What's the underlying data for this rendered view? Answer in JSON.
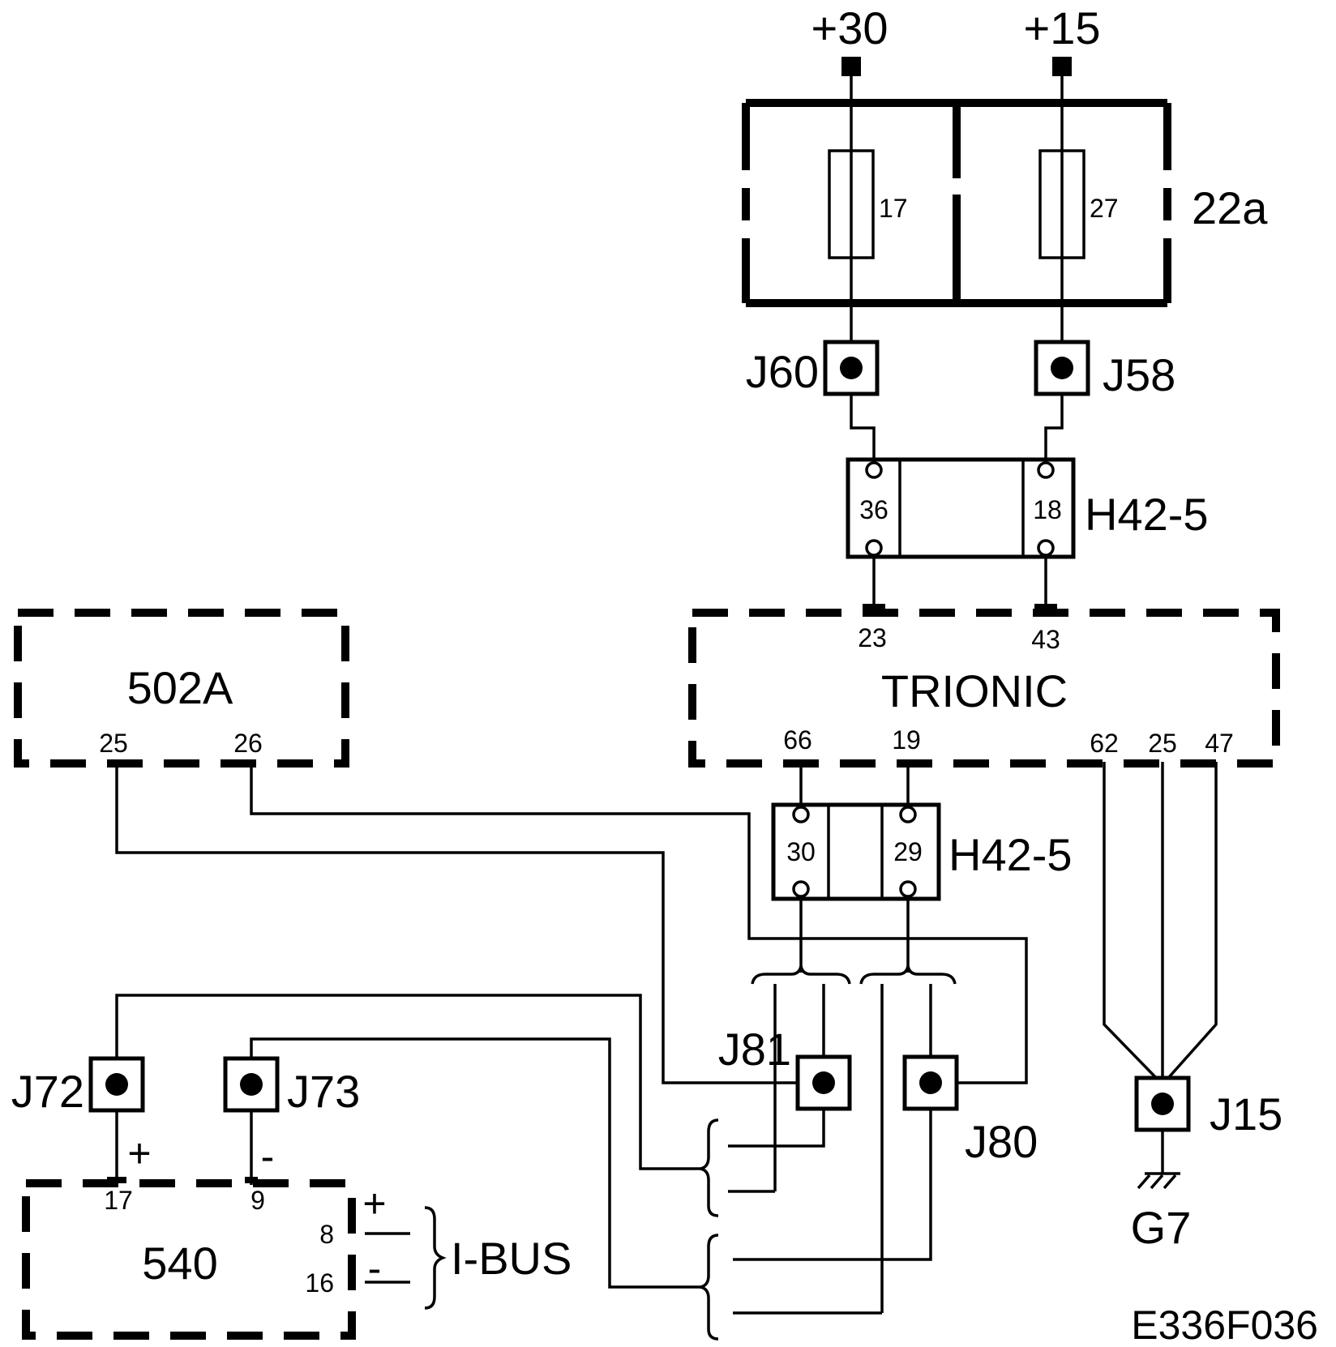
{
  "power": {
    "plus30": "+30",
    "plus15": "+15"
  },
  "fusebox": {
    "id": "22a",
    "fuse_left": "17",
    "fuse_right": "27"
  },
  "connectors": {
    "top_h42": {
      "id": "H42-5",
      "pin_left": "36",
      "pin_right": "18"
    },
    "mid_h42": {
      "id": "H42-5",
      "pin_left": "30",
      "pin_right": "29"
    }
  },
  "junctions": {
    "j60": "J60",
    "j58": "J58",
    "j81": "J81",
    "j80": "J80",
    "j72": "J72",
    "j73": "J73",
    "j15": "J15"
  },
  "ground": {
    "id": "G7"
  },
  "modules": {
    "trionic": {
      "name": "TRIONIC",
      "pin_23": "23",
      "pin_43": "43",
      "pin_66": "66",
      "pin_19": "19",
      "pin_62": "62",
      "pin_25": "25",
      "pin_47": "47"
    },
    "m502a": {
      "name": "502A",
      "pin_25": "25",
      "pin_26": "26"
    },
    "m540": {
      "name": "540",
      "pin_17": "17",
      "pin_9": "9",
      "pin_8": "8",
      "pin_16": "16"
    }
  },
  "polarity": {
    "plus": "+",
    "minus": "-"
  },
  "ibus": {
    "label": "I-BUS"
  },
  "figure_code": "E336F036"
}
